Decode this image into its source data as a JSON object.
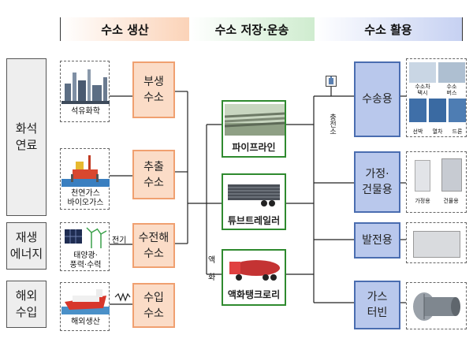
{
  "header": {
    "production": "수소 생산",
    "storage": "수소 저장·운송",
    "utilization": "수소 활용"
  },
  "sources": {
    "fossil": "화석\n연료",
    "renewable": "재생\n에너지",
    "import": "해외\n수입"
  },
  "source_images": {
    "petrochem": "석유화학",
    "natural_gas": "천연가스\n바이오가스",
    "renewable": "태양광·\n풍력·수력",
    "overseas": "해외생산"
  },
  "production": {
    "byproduct": "부생\n수소",
    "extraction": "추출\n수소",
    "electrolysis": "수전해\n수소",
    "imported": "수입\n수소"
  },
  "edge_labels": {
    "electricity": "전기",
    "liquefaction": "액\n화",
    "charging_station": "충전소"
  },
  "transport": {
    "pipeline": "파이프라인",
    "tube_trailer": "튜브트레일러",
    "liquid_tank": "액화탱크로리"
  },
  "utilization": {
    "transport": "수송용",
    "building": "가정·\n건물용",
    "power": "발전용",
    "turbine": "가스\n터빈"
  },
  "use_images": {
    "taxi": "수소차\n택시",
    "bus": "수소\n버스",
    "ship": "선박",
    "train": "열차",
    "drone": "드론",
    "home": "가정용",
    "building": "건물용"
  },
  "colors": {
    "production_header": "#fbe3d2",
    "storage_header": "#d7efd7",
    "utilization_header": "#dbe2f6",
    "production_box": "#fbdcc7",
    "utilization_box": "#b9c8ec",
    "transport_border": "#2f8a2f"
  }
}
